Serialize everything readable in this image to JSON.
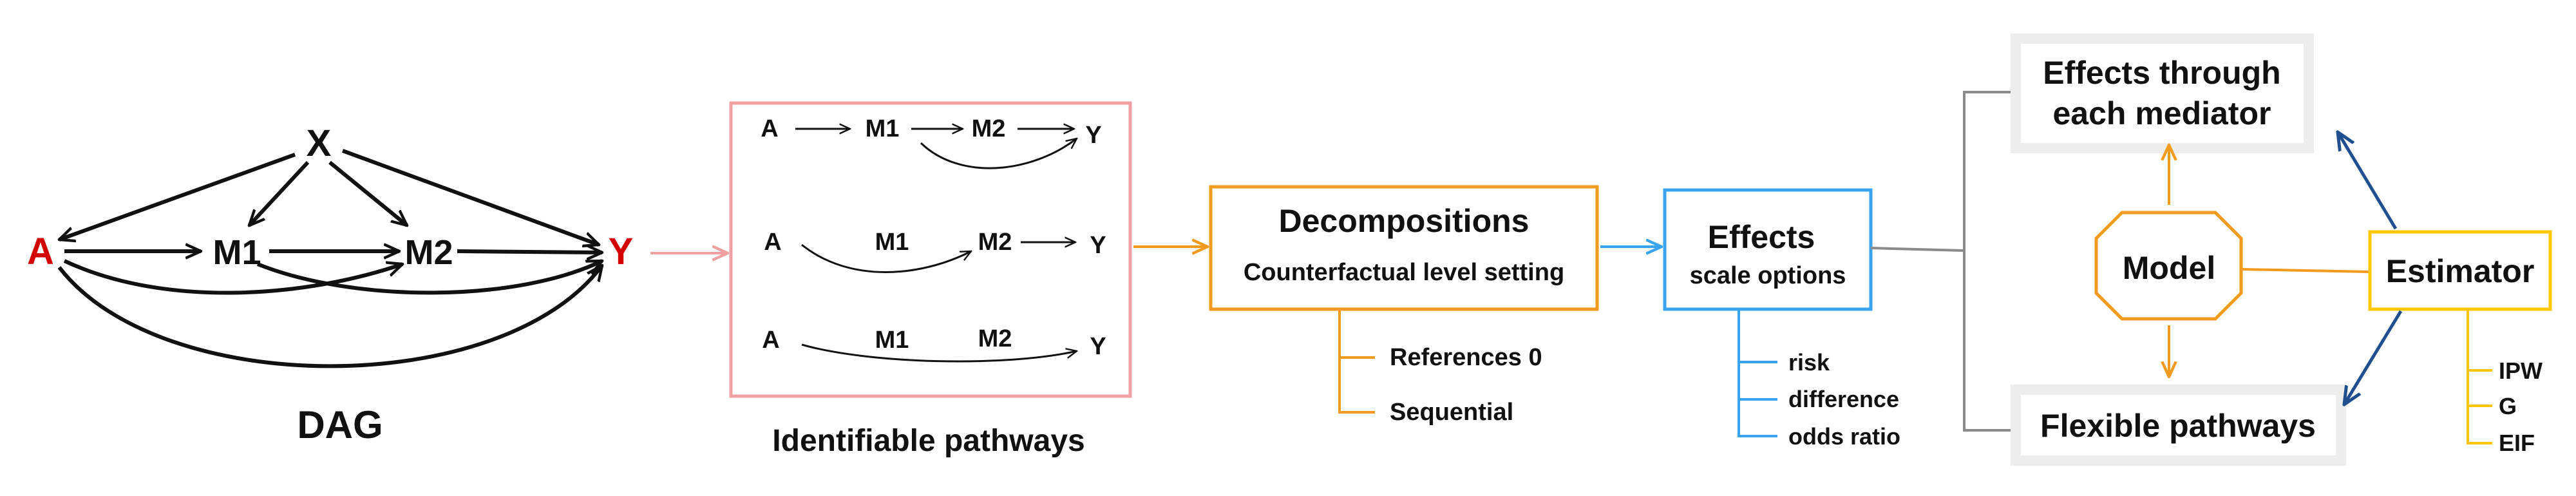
{
  "colors": {
    "red": "#d40000",
    "pink": "#f0a0a0",
    "orange": "#f29a1e",
    "blue": "#3aa3f0",
    "navy": "#1f4f8f",
    "gray": "#8a8a8a",
    "gold": "#ffc400",
    "light_gray": "#ededed",
    "black": "#111111"
  },
  "dag": {
    "nodes": {
      "x": "X",
      "a": "A",
      "m1": "M1",
      "m2": "M2",
      "y": "Y"
    },
    "caption": "DAG"
  },
  "pathways": {
    "rows": [
      {
        "a": "A",
        "m1": "M1",
        "m2": "M2",
        "y": "Y"
      },
      {
        "a": "A",
        "m1": "M1",
        "m2": "M2",
        "y": "Y"
      },
      {
        "a": "A",
        "m1": "M1",
        "m2": "M2",
        "y": "Y"
      }
    ],
    "caption": "Identifiable pathways"
  },
  "decompositions": {
    "title": "Decompositions",
    "subtitle": "Counterfactual level setting",
    "options": [
      "References 0",
      "Sequential"
    ]
  },
  "effects": {
    "title": "Effects",
    "subtitle": "scale options",
    "options": [
      "risk",
      "difference",
      "odds ratio"
    ]
  },
  "outputs": {
    "through_mediator": [
      "Effects through",
      "each mediator"
    ],
    "flexible": "Flexible pathways"
  },
  "model": {
    "label": "Model"
  },
  "estimator": {
    "label": "Estimator",
    "options": [
      "IPW",
      "G",
      "EIF"
    ]
  }
}
